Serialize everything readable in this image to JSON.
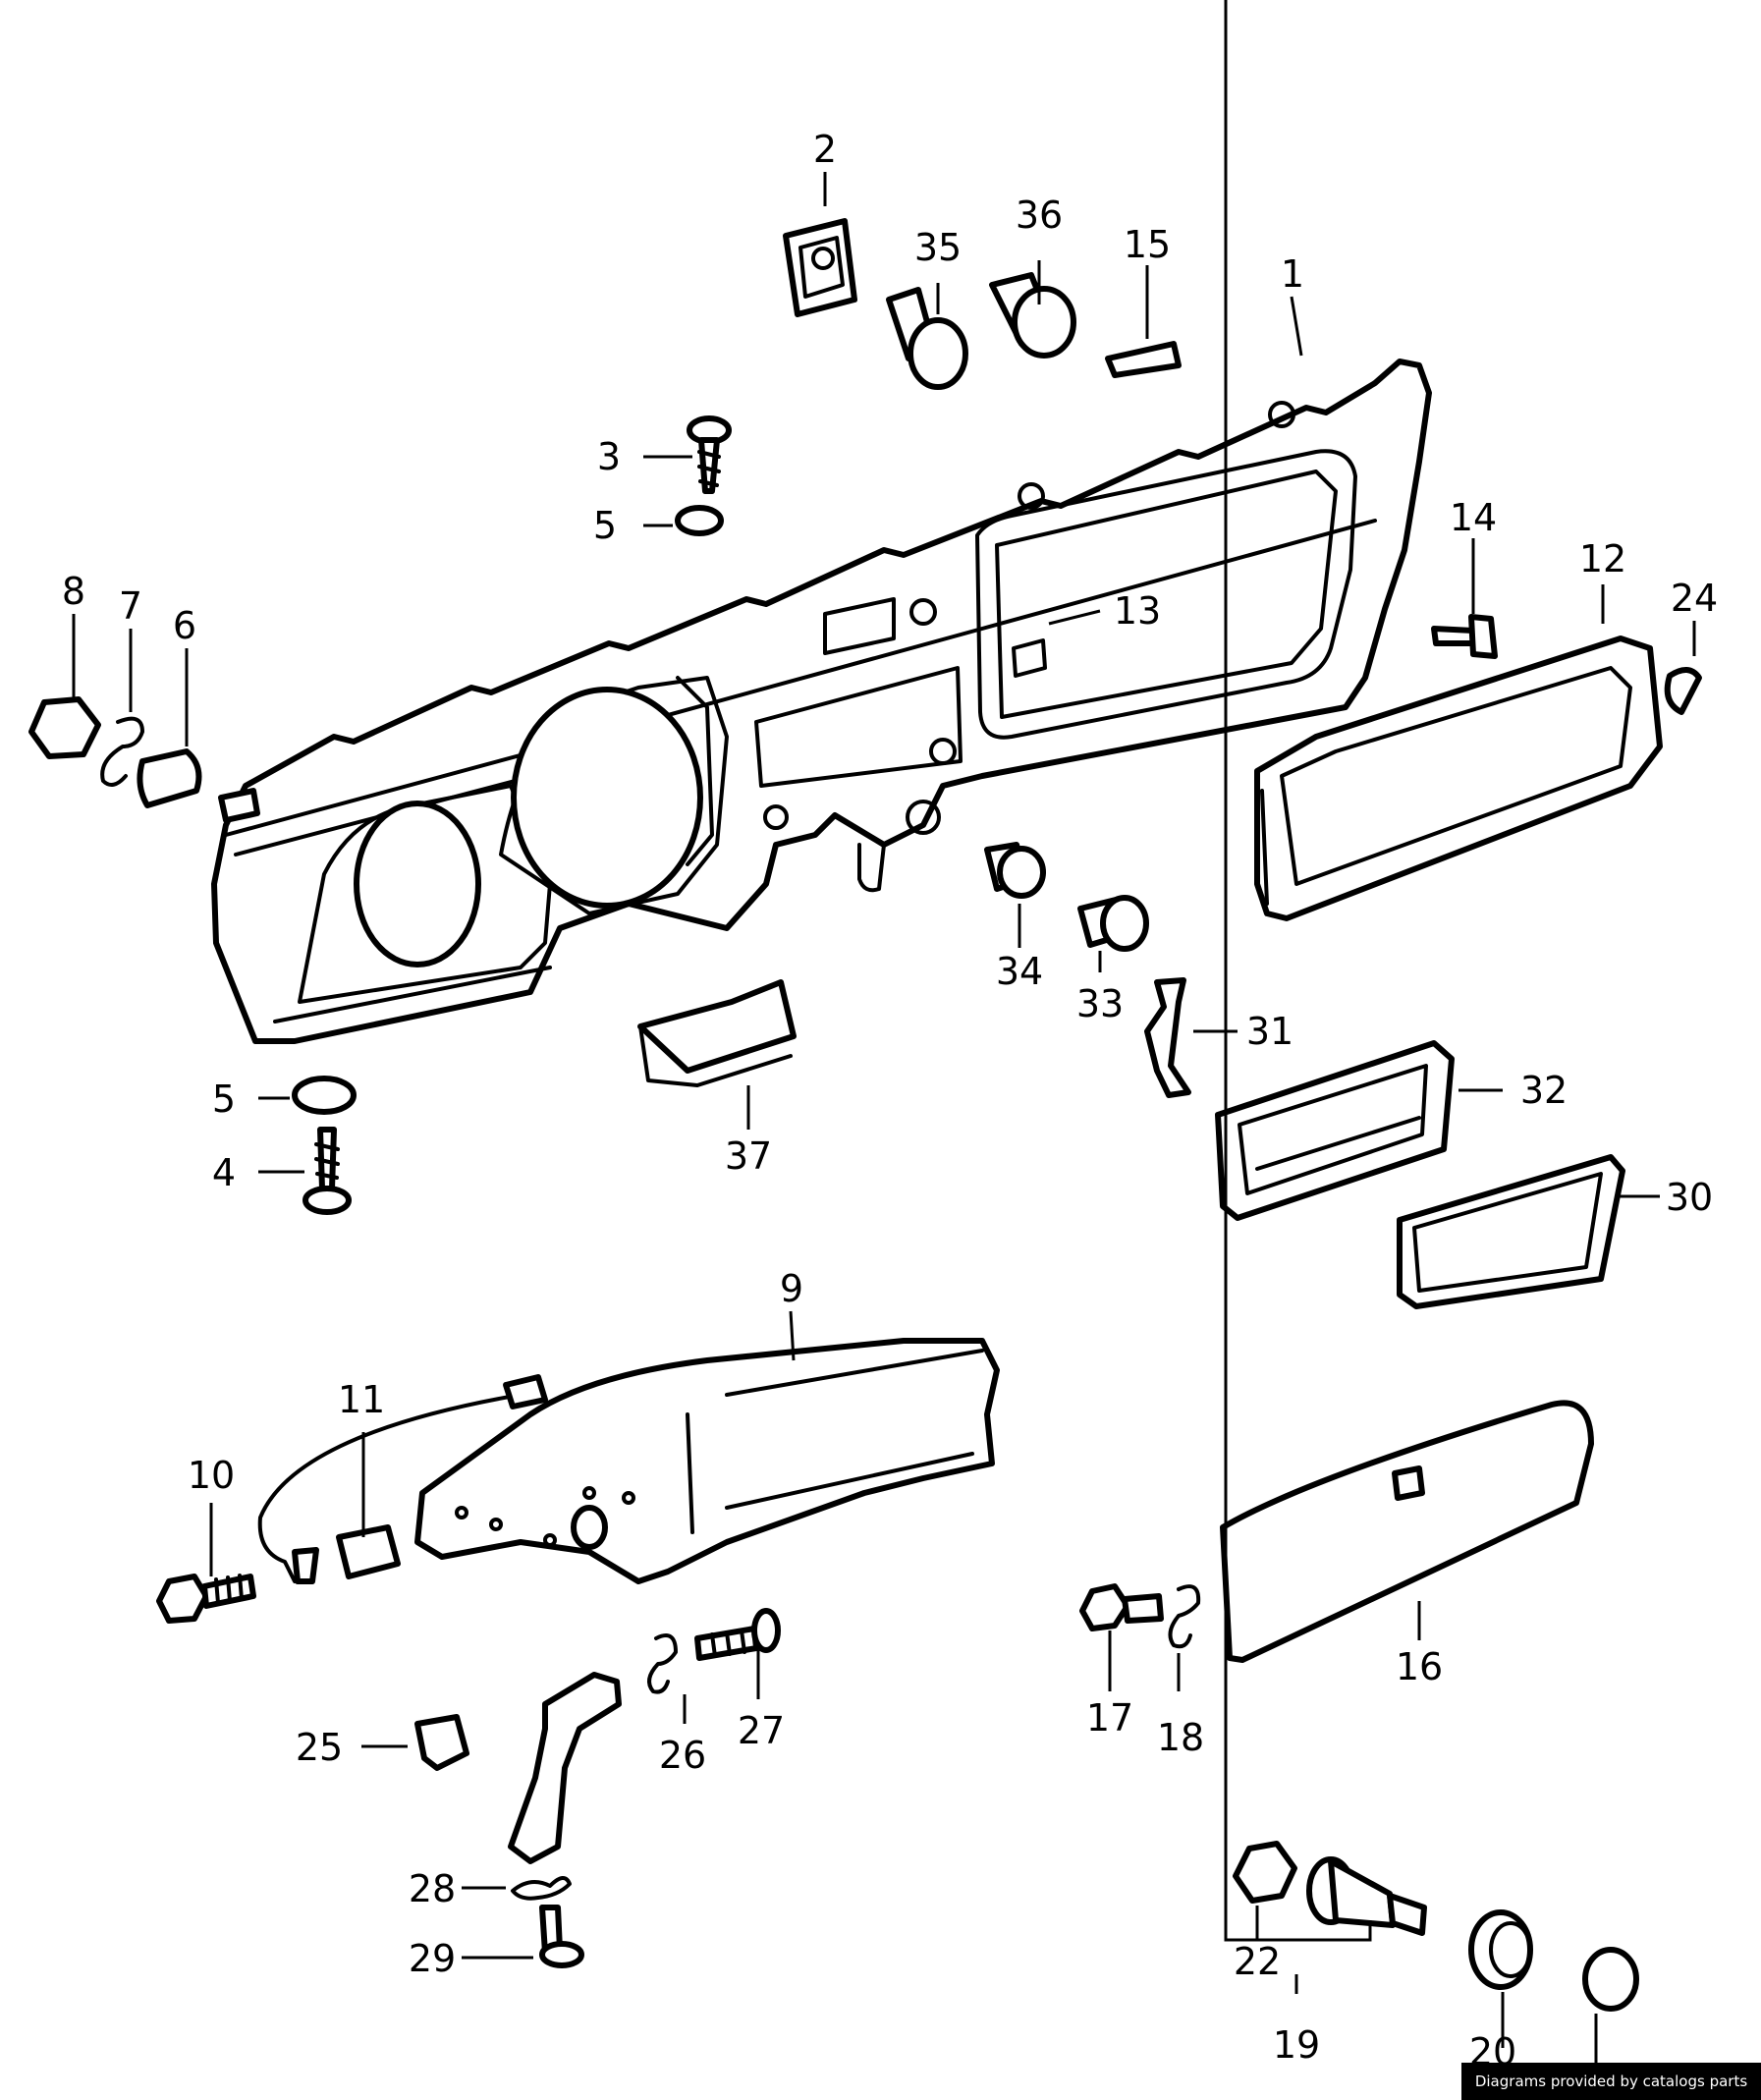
{
  "diagram": {
    "callouts": [
      "1",
      "2",
      "3",
      "4",
      "5",
      "5",
      "6",
      "7",
      "8",
      "9",
      "10",
      "11",
      "12",
      "13",
      "14",
      "15",
      "16",
      "17",
      "18",
      "19",
      "20",
      "22",
      "24",
      "25",
      "26",
      "27",
      "28",
      "29",
      "30",
      "31",
      "32",
      "33",
      "34",
      "35",
      "36",
      "37"
    ]
  },
  "credit": "Diagrams provided by catalogs parts"
}
